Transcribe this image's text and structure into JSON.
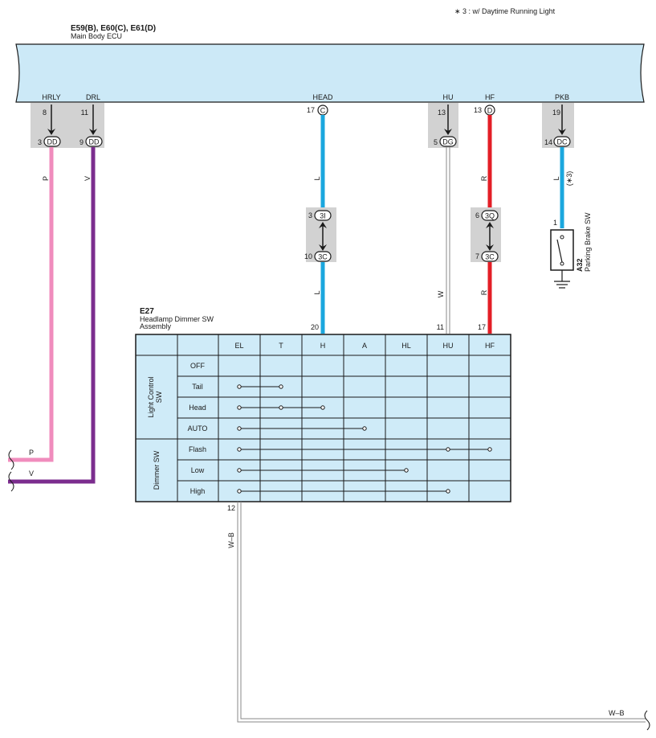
{
  "note": "∗ 3 : w/ Daytime Running Light",
  "ecu": {
    "code": "E59(B), E60(C), E61(D)",
    "name": "Main Body ECU"
  },
  "pins": [
    {
      "label": "HRLY",
      "top_pin": "8",
      "conn_pin": "3",
      "conn": "DD",
      "wire": "P"
    },
    {
      "label": "DRL",
      "top_pin": "11",
      "conn_pin": "9",
      "conn": "DD",
      "wire": "V"
    },
    {
      "label": "HEAD",
      "top_pin": "17",
      "top_conn": "C",
      "wire": "L",
      "wire2": "L",
      "junction": {
        "a_pin": "3",
        "a": "3I",
        "b_pin": "10",
        "b": "3C"
      },
      "sw_pin": "20"
    },
    {
      "label": "HU",
      "top_pin": "13",
      "conn_pin": "5",
      "conn": "DG",
      "wire": "W",
      "sw_pin": "11"
    },
    {
      "label": "HF",
      "top_pin": "13",
      "top_conn": "D",
      "wire": "R",
      "wire2": "R",
      "junction": {
        "a_pin": "6",
        "a": "3Q",
        "b_pin": "7",
        "b": "3C"
      },
      "sw_pin": "17"
    },
    {
      "label": "PKB",
      "top_pin": "19",
      "conn_pin": "14",
      "conn": "DC",
      "wire": "L",
      "note": "(∗3)"
    }
  ],
  "parking_brake": {
    "code": "A32",
    "name": "Parking Brake SW",
    "pin": "1"
  },
  "dimmer_sw": {
    "code": "E27",
    "name1": "Headlamp Dimmer SW",
    "name2": "Assembly",
    "columns": [
      "EL",
      "T",
      "H",
      "A",
      "HL",
      "HU",
      "HF"
    ],
    "group1": "Light Control SW",
    "group2": "Dimmer SW",
    "rows": [
      "OFF",
      "Tail",
      "Head",
      "AUTO",
      "Flash",
      "Low",
      "High"
    ],
    "ground_pin": "12",
    "ground_wire": "W–B"
  },
  "left_wires": {
    "p": "P",
    "v": "V"
  },
  "bottom_wire": "W–B",
  "colors": {
    "ecu_fill": "#cce9f7",
    "pink": "#f08cbd",
    "purple": "#7b2d8e",
    "blue": "#1ba7de",
    "red": "#e31e26",
    "gray": "#d2d2d2",
    "table_fill": "#cfebf8"
  }
}
